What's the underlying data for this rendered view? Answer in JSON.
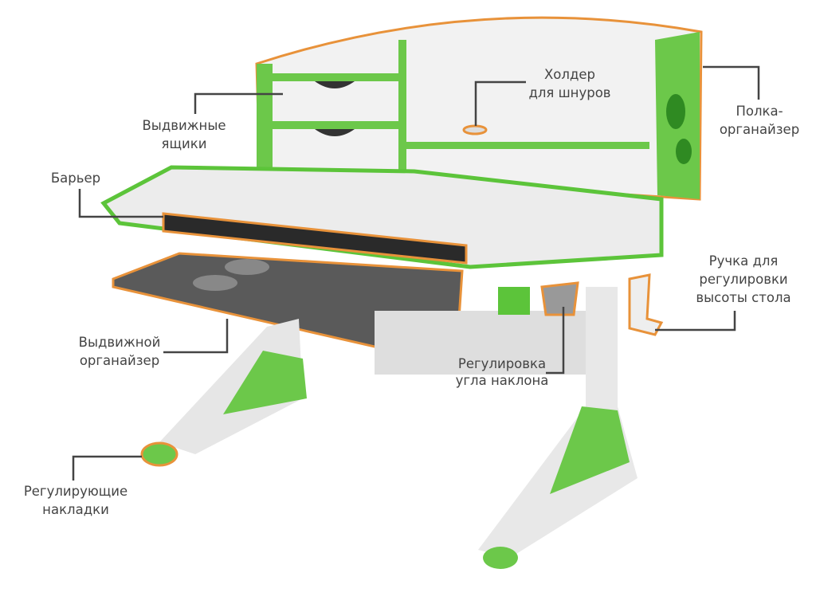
{
  "title": "Desk features diagram",
  "colors": {
    "green": "#5cc43a",
    "outline": "#e8923a",
    "leader": "#444444",
    "text": "#444444"
  },
  "labels": {
    "cable_holder": [
      "Холдер",
      "для шнуров"
    ],
    "shelf_organizer": [
      "Полка-",
      "органайзер"
    ],
    "drawers": [
      "Выдвижные",
      "ящики"
    ],
    "barrier": [
      "Барьер"
    ],
    "height_handle": [
      "Ручка для",
      "регулировки",
      "высоты стола"
    ],
    "pullout_organizer": [
      "Выдвижной",
      "органайзер"
    ],
    "tilt_adjust": [
      "Регулировка",
      "угла наклона"
    ],
    "leveling_pads": [
      "Регулирующие",
      "накладки"
    ]
  }
}
